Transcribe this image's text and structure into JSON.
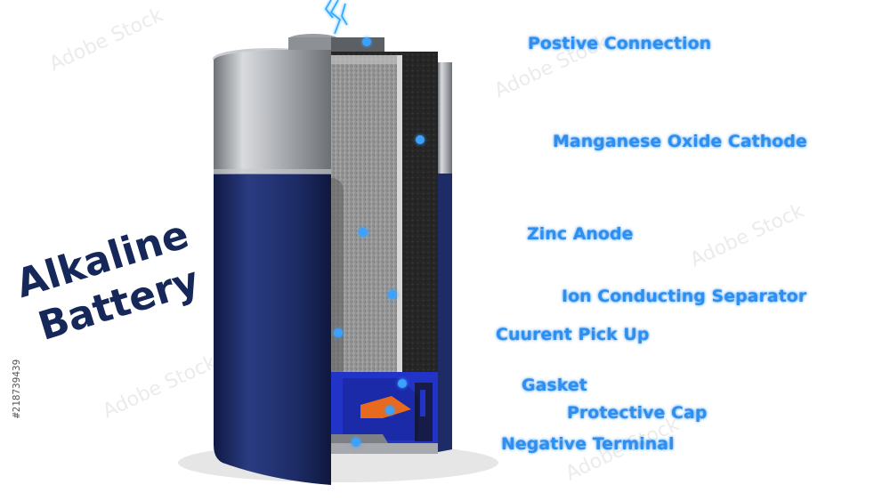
{
  "title": {
    "line1": "Alkaline",
    "line2": "Battery"
  },
  "callouts": [
    {
      "label": "Postive Connection"
    },
    {
      "label": "Manganese Oxide Cathode"
    },
    {
      "label": "Zinc Anode"
    },
    {
      "label": "Ion Conducting Separator"
    },
    {
      "label": "Cuurent Pick Up"
    },
    {
      "label": "Gasket"
    },
    {
      "label": "Protective Cap"
    },
    {
      "label": "Negative Terminal"
    }
  ],
  "watermark": {
    "text": "Adobe Stock",
    "id": "#218739439"
  },
  "colors": {
    "label": "#2f8ff0",
    "title": "#16285a",
    "casing_blue": "#1d2c66",
    "casing_silver": "#b9bcc1",
    "anode_gray": "#9a9a9a",
    "cathode_black": "#2a2a2a",
    "gasket_blue": "#2233c8",
    "cap_orange": "#e86a1e"
  }
}
